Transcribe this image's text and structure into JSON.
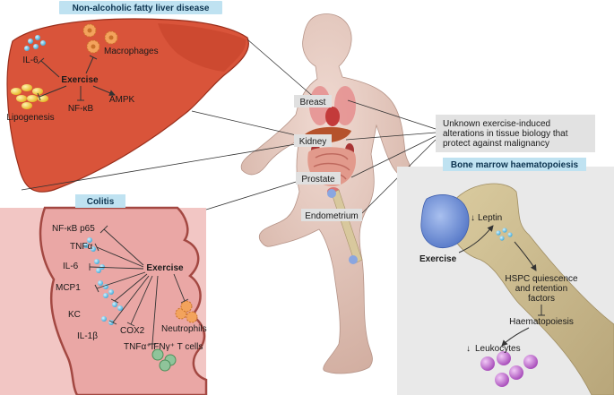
{
  "panels": {
    "nafld": {
      "title": "Non-alcoholic fatty liver disease",
      "center": "Exercise",
      "labels": [
        "IL-6",
        "Macrophages",
        "Lipogenesis",
        "NF-κB",
        "AMPK"
      ]
    },
    "colitis": {
      "title": "Colitis",
      "center": "Exercise",
      "labels": [
        "NF-κB p65",
        "TNFα",
        "IL-6",
        "MCP1",
        "KC",
        "IL-1β",
        "COX2",
        "Neutrophils",
        "TNFα⁺IFNγ⁺ T cells"
      ]
    },
    "bone_marrow": {
      "title": "Bone marrow haematopoiesis",
      "exercise": "Exercise",
      "leptin": "Leptin",
      "hspc": [
        "HSPC quiescence",
        "and retention",
        "factors"
      ],
      "haematopoiesis": "Haematopoiesis",
      "leukocytes": "Leukocytes"
    }
  },
  "organs": {
    "breast": "Breast",
    "kidney": "Kidney",
    "prostate": "Prostate",
    "endometrium": "Endometrium"
  },
  "unknown_box": [
    "Unknown exercise-induced",
    "alterations in tissue biology that",
    "protect against malignancy"
  ],
  "colors": {
    "liver": "#d9543a",
    "liver_dark": "#b63a22",
    "body": "#e6c7bb",
    "colitis_bg": "#f2c6c4",
    "colitis_tissue": "#a34842",
    "bone_panel_bg": "#e9e9e9",
    "bone": "#c9b98e",
    "bone_head": "#6b8fd6",
    "title_bg": "#bfe2f1",
    "dot_blue": "#6ec6ea",
    "fat_yellow": "#f5d24a",
    "macrophage": "#f3a35c",
    "leukocyte": "#c56ad2"
  }
}
